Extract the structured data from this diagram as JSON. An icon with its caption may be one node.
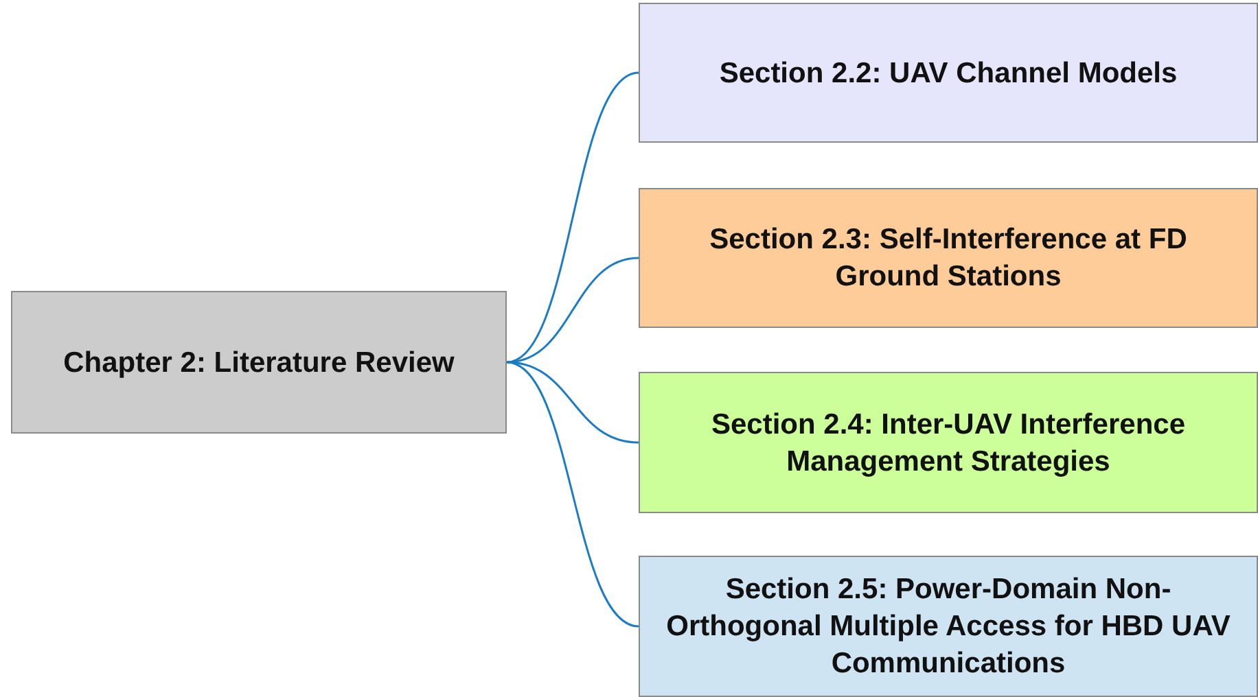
{
  "diagram": {
    "nodes": [
      {
        "text": [
          "Chapter 2: Literature Review"
        ]
      },
      {
        "text": [
          "Section 2.2: UAV Channel Models"
        ]
      },
      {
        "text": [
          "Section 2.3: Self-Interference at FD Ground Stations"
        ]
      },
      {
        "text": [
          "Section 2.4: Inter-UAV Interference Management Strategies"
        ]
      },
      {
        "text": [
          "Section 2.5: Power-Domain Non-Orthogonal Multiple Access for HBD UAV Communications"
        ]
      }
    ],
    "edges": [
      {
        "from": 0,
        "to": 1,
        "arrow": "none"
      },
      {
        "from": 0,
        "to": 2,
        "arrow": "none"
      },
      {
        "from": 0,
        "to": 3,
        "arrow": "none"
      },
      {
        "from": 0,
        "to": 4,
        "arrow": "none"
      }
    ]
  }
}
